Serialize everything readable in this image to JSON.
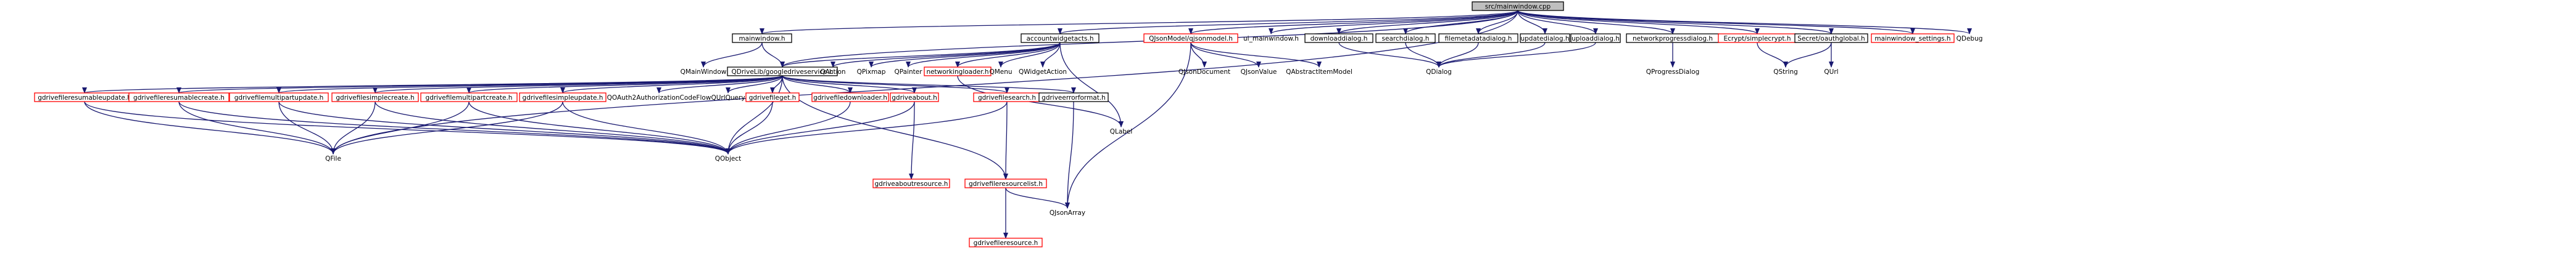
{
  "colors": {
    "edge": "#191970",
    "root_fill": "#bfbfbf",
    "box_stroke_black": "#000000",
    "box_stroke_red": "#ff0000",
    "background": "#ffffff"
  },
  "nodes": [
    {
      "id": "root",
      "label": "src/mainwindow.cpp",
      "style": "root"
    },
    {
      "id": "mainwindow_h",
      "label": "mainwindow.h",
      "style": "black"
    },
    {
      "id": "accountwidgetacts_h",
      "label": "accountwidgetacts.h",
      "style": "black"
    },
    {
      "id": "qjsonmodel_h",
      "label": "QJsonModel/qjsonmodel.h",
      "style": "red"
    },
    {
      "id": "ui_mainwindow_h",
      "label": "ui_mainwindow.h",
      "style": "plain"
    },
    {
      "id": "downloaddialog_h",
      "label": "downloaddialog.h",
      "style": "black"
    },
    {
      "id": "searchdialog_h",
      "label": "searchdialog.h",
      "style": "black"
    },
    {
      "id": "filemetadatadialog_h",
      "label": "filemetadatadialog.h",
      "style": "black"
    },
    {
      "id": "updatedialog_h",
      "label": "updatedialog.h",
      "style": "black"
    },
    {
      "id": "uploaddialog_h",
      "label": "uploaddialog.h",
      "style": "black"
    },
    {
      "id": "networkprogressdialog_h",
      "label": "networkprogressdialog.h",
      "style": "black"
    },
    {
      "id": "ecrypt_h",
      "label": "Ecrypt/simplecrypt.h",
      "style": "red"
    },
    {
      "id": "secret_h",
      "label": "Secret/oauthglobal.h",
      "style": "black"
    },
    {
      "id": "mainwindow_settings_h",
      "label": "mainwindow_settings.h",
      "style": "red"
    },
    {
      "id": "qdebug",
      "label": "QDebug",
      "style": "plain"
    },
    {
      "id": "qmainwindow",
      "label": "QMainWindow",
      "style": "plain"
    },
    {
      "id": "googledriveservice_h",
      "label": "QDriveLib/googledriveservice.h",
      "style": "black"
    },
    {
      "id": "qaction",
      "label": "QAction",
      "style": "plain"
    },
    {
      "id": "qpixmap",
      "label": "QPixmap",
      "style": "plain"
    },
    {
      "id": "qpainter",
      "label": "QPainter",
      "style": "plain"
    },
    {
      "id": "networkingloader_h",
      "label": "networkingloader.h",
      "style": "red"
    },
    {
      "id": "qmenu",
      "label": "QMenu",
      "style": "plain"
    },
    {
      "id": "qwidgetaction",
      "label": "QWidgetAction",
      "style": "plain"
    },
    {
      "id": "qjsondocument",
      "label": "QJsonDocument",
      "style": "plain"
    },
    {
      "id": "qjsonvalue",
      "label": "QJsonValue",
      "style": "plain"
    },
    {
      "id": "qabstractitemmodel",
      "label": "QAbstractItemModel",
      "style": "plain"
    },
    {
      "id": "qdialog",
      "label": "QDialog",
      "style": "plain"
    },
    {
      "id": "qprogressdialog",
      "label": "QProgressDialog",
      "style": "plain"
    },
    {
      "id": "qstring",
      "label": "QString",
      "style": "plain"
    },
    {
      "id": "qurl",
      "label": "QUrl",
      "style": "plain"
    },
    {
      "id": "gdrivefileresumableupdate_h",
      "label": "gdrivefileresumableupdate.h",
      "style": "red"
    },
    {
      "id": "gdrivefileresumablecreate_h",
      "label": "gdrivefileresumablecreate.h",
      "style": "red"
    },
    {
      "id": "gdrivefilemultipartupdate_h",
      "label": "gdrivefilemultipartupdate.h",
      "style": "red"
    },
    {
      "id": "gdrivefilesimplecreate_h",
      "label": "gdrivefilesimplecreate.h",
      "style": "red"
    },
    {
      "id": "gdrivefilemultipartcreate_h",
      "label": "gdrivefilemultipartcreate.h",
      "style": "red"
    },
    {
      "id": "gdrivefilesimpleupdate_h",
      "label": "gdrivefilesimpleupdate.h",
      "style": "red"
    },
    {
      "id": "qoauth2",
      "label": "QOAuth2AuthorizationCodeFlow",
      "style": "plain"
    },
    {
      "id": "qurlquery",
      "label": "QUrlQuery",
      "style": "plain"
    },
    {
      "id": "gdrivefileget_h",
      "label": "gdrivefileget.h",
      "style": "red"
    },
    {
      "id": "gdrivefiledownloader_h",
      "label": "gdrivefiledownloader.h",
      "style": "red"
    },
    {
      "id": "gdriveabout_h",
      "label": "gdriveabout.h",
      "style": "red"
    },
    {
      "id": "gdrivefilesearch_h",
      "label": "gdrivefilesearch.h",
      "style": "red"
    },
    {
      "id": "gdriveerrorformat_h",
      "label": "gdriveerrorformat.h",
      "style": "black"
    },
    {
      "id": "qlabel",
      "label": "QLabel",
      "style": "plain"
    },
    {
      "id": "qfile",
      "label": "QFile",
      "style": "plain"
    },
    {
      "id": "qobject",
      "label": "QObject",
      "style": "plain"
    },
    {
      "id": "gdriveaboutresource_h",
      "label": "gdriveaboutresource.h",
      "style": "red"
    },
    {
      "id": "gdrivefileresourcelist_h",
      "label": "gdrivefileresourcelist.h",
      "style": "red"
    },
    {
      "id": "qjsonarray",
      "label": "QJsonArray",
      "style": "plain"
    },
    {
      "id": "gdrivefileresource_h",
      "label": "gdrivefileresource.h",
      "style": "red"
    }
  ]
}
